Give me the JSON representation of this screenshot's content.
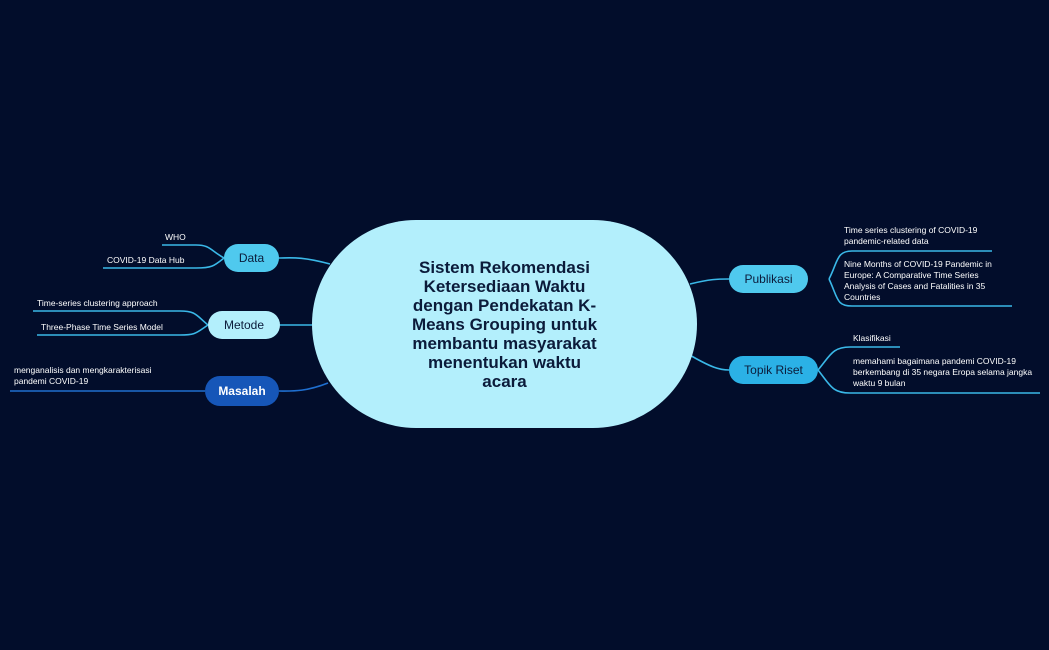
{
  "central": {
    "title": "Sistem Rekomendasi Ketersediaan Waktu dengan Pendekatan K-Means Grouping untuk membantu masyarakat menentukan waktu acara"
  },
  "branches": {
    "data": {
      "label": "Data",
      "leaves": [
        "WHO",
        "COVID-19 Data Hub"
      ]
    },
    "metode": {
      "label": "Metode",
      "leaves": [
        "Time-series clustering approach",
        "Three-Phase Time Series Model"
      ]
    },
    "masalah": {
      "label": "Masalah",
      "leaves": [
        "menganalisis dan mengkarakterisasi pandemi COVID-19"
      ]
    },
    "publikasi": {
      "label": "Publikasi",
      "leaves": [
        "Time series clustering of COVID-19 pandemic-related data",
        "Nine Months of COVID-19 Pandemic in Europe: A Comparative Time Series Analysis of Cases and Fatalities in 35 Countries"
      ]
    },
    "topik": {
      "label": "Topik Riset",
      "leaves": [
        "Klasifikasi",
        "memahami bagaimana pandemi COVID-19 berkembang di 35 negara Eropa selama jangka waktu 9 bulan"
      ]
    }
  },
  "colors": {
    "background": "#020d2b",
    "central": "#b3effc",
    "branch_light": "#4fc9ee",
    "branch_mid": "#2bb1e6",
    "branch_dark": "#1656b8",
    "connector": "#3ab8e8"
  }
}
